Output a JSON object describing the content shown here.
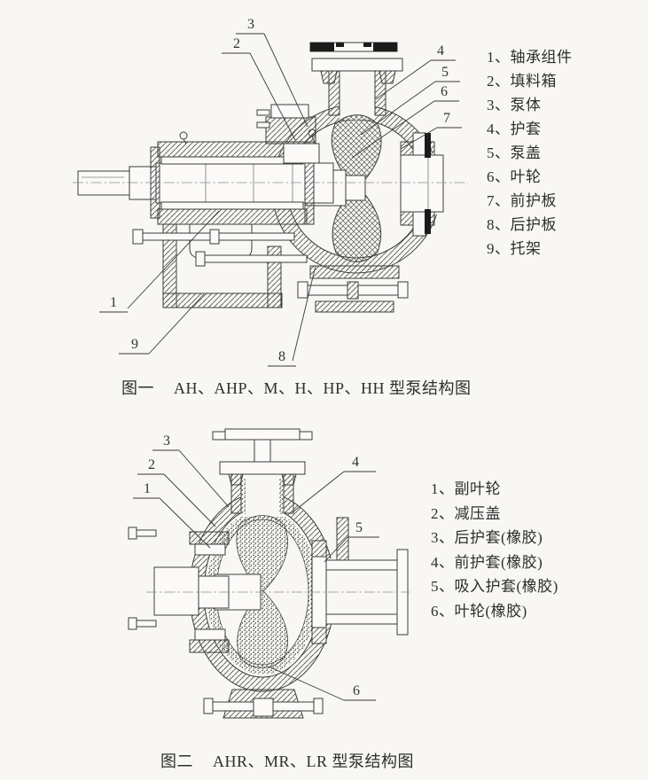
{
  "page": {
    "paper_color": "#f8f7f4",
    "ink_color": "#2e2e2e"
  },
  "figure1": {
    "caption_prefix": "图一",
    "caption_title": "AH、AHP、M、H、HP、HH 型泵结构图",
    "legend": [
      "1、轴承组件",
      "2、填料箱",
      "3、泵体",
      "4、护套",
      "5、泵盖",
      "6、叶轮",
      "7、前护板",
      "8、后护板",
      "9、托架"
    ],
    "callouts": [
      "3",
      "2",
      "4",
      "5",
      "6",
      "7",
      "1",
      "9",
      "8"
    ]
  },
  "figure2": {
    "caption_prefix": "图二",
    "caption_title": "AHR、MR、LR 型泵结构图",
    "legend": [
      "1、副叶轮",
      "2、减压盖",
      "3、后护套(橡胶)",
      "4、前护套(橡胶)",
      "5、吸入护套(橡胶)",
      "6、叶轮(橡胶)"
    ],
    "callouts": [
      "3",
      "2",
      "1",
      "4",
      "5",
      "6"
    ]
  }
}
